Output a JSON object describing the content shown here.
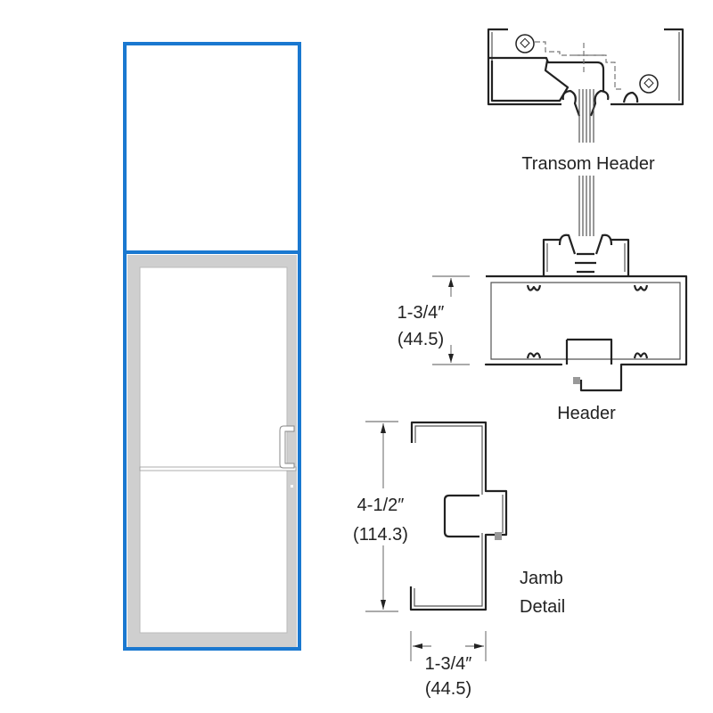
{
  "elevation": {
    "frame_color": "#1a78d0",
    "door_frame_color": "#cfcfcf"
  },
  "details": {
    "transom_header": {
      "label": "Transom Header"
    },
    "header": {
      "label": "Header",
      "dim_imperial": "1-3/4″",
      "dim_metric": "(44.5)"
    },
    "jamb": {
      "label_line1": "Jamb",
      "label_line2": "Detail",
      "height_imperial": "4-1/2″",
      "height_metric": "(114.3)",
      "width_imperial": "1-3/4″",
      "width_metric": "(44.5)"
    }
  }
}
